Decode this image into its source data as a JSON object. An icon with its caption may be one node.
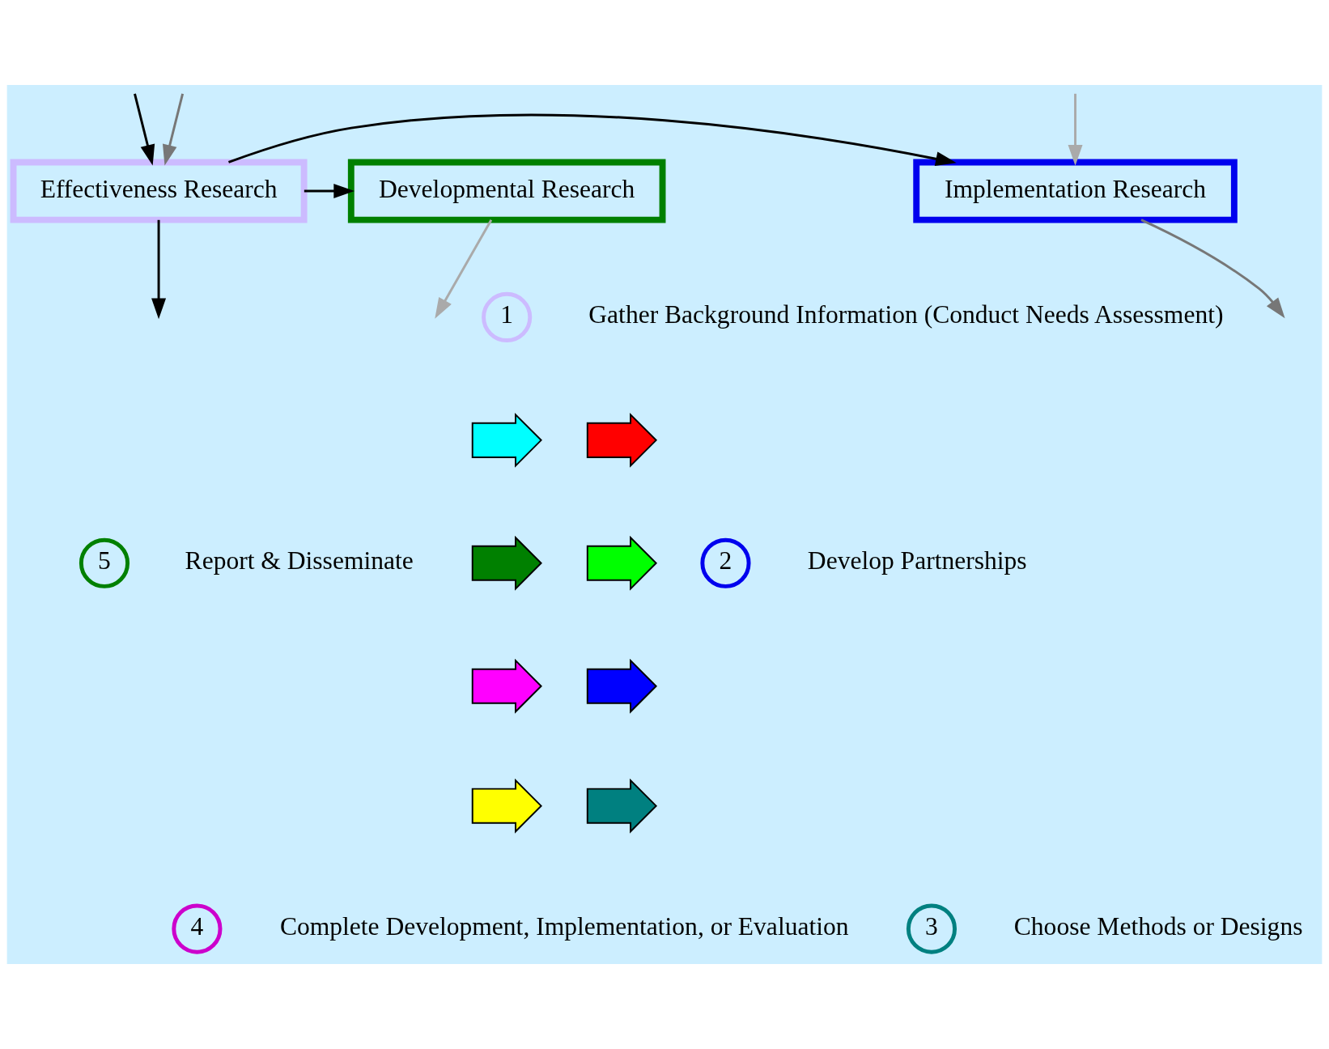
{
  "diagram": {
    "nodes": [
      {
        "text": [
          "Effectiveness Research"
        ]
      },
      {
        "text": [
          "Implementation Research"
        ]
      },
      {
        "text": [
          "Developmental Research"
        ]
      },
      {
        "text": [
          "1"
        ],
        "beside": [
          "Gather Background Information (Conduct Needs Assessment)"
        ]
      },
      {
        "text": [
          "5"
        ],
        "beside": [
          "Report & Disseminate"
        ]
      },
      {
        "text": [],
        "shape": "arrow"
      },
      {
        "text": [],
        "shape": "arrow"
      },
      {
        "text": [],
        "shape": "arrow"
      },
      {
        "text": [],
        "shape": "arrow"
      },
      {
        "text": [],
        "shape": "arrow"
      },
      {
        "text": [],
        "shape": "arrow"
      },
      {
        "text": [],
        "shape": "arrow"
      },
      {
        "text": [],
        "shape": "arrow"
      },
      {
        "text": [
          "2"
        ],
        "beside": [
          "Develop Partnerships"
        ]
      },
      {
        "text": [
          "3"
        ],
        "beside": [
          "Choose Methods or Designs"
        ]
      },
      {
        "text": [
          "4"
        ],
        "beside": [
          "Complete Development, Implementation, or Evaluation"
        ]
      }
    ],
    "edges": [
      {
        "from": 0,
        "to": 1,
        "arrow": "to"
      },
      {
        "from": 0,
        "to": 2,
        "arrow": "to"
      },
      {
        "from": 0,
        "to": null,
        "arrow": "to"
      },
      {
        "from": null,
        "to": 0,
        "arrow": "to"
      },
      {
        "from": 1,
        "to": null,
        "arrow": "to",
        "color": "#777777"
      },
      {
        "from": null,
        "to": 0,
        "arrow": "to",
        "color": "#777777"
      },
      {
        "from": 2,
        "to": null,
        "arrow": "to",
        "color": "#aaaaaa"
      },
      {
        "from": null,
        "to": 1,
        "arrow": "to",
        "color": "#aaaaaa"
      }
    ]
  }
}
